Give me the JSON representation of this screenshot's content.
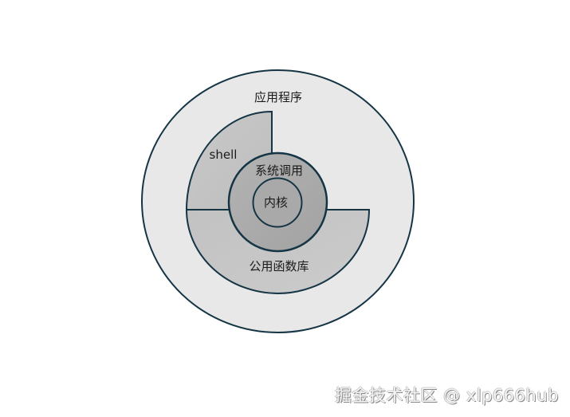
{
  "diagram": {
    "title": "",
    "layers": [
      {
        "id": "applications",
        "label": "应用程序",
        "fill": "#e8e8e8"
      },
      {
        "id": "shell",
        "label": "shell",
        "fill": "#c3c3c3"
      },
      {
        "id": "library",
        "label": "公用函数库",
        "fill": "#c6c6c6"
      },
      {
        "id": "system-calls",
        "label": "系统调用",
        "fill": "#a9a9a9"
      },
      {
        "id": "kernel",
        "label": "内核",
        "fill": "#a9a9a9"
      }
    ],
    "stroke_color": "#153545"
  },
  "watermark": {
    "text": "掘金技术社区 @ xlp666hub"
  }
}
